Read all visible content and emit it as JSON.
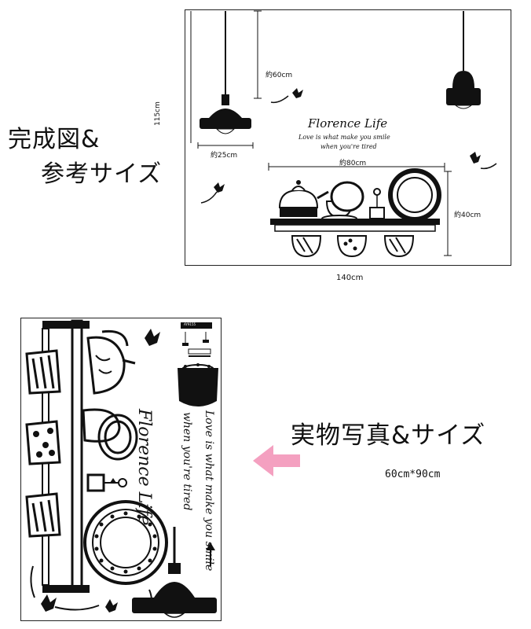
{
  "labels": {
    "complete_title_line1": "完成図&",
    "complete_title_line2": "参考サイズ",
    "actual_title": "実物写真&サイズ",
    "actual_size": "60cm*90cm"
  },
  "reference": {
    "heading": "Florence Life",
    "tagline1": "Love is what make you smile",
    "tagline2": "when you're tired",
    "dim_cord": "約60cm",
    "dim_lamp": "約25cm",
    "dim_shelf_width": "約80cm",
    "dim_shelf_height": "約40cm",
    "dim_height": "115cm",
    "dim_width": "140cm"
  },
  "sheet": {
    "code": "AY9155",
    "heading": "Florence Life",
    "tagline1": "Love is what make you smile",
    "tagline2": "when you're tired"
  },
  "colors": {
    "arrow": "#f4a0c0",
    "ink": "#111111"
  }
}
